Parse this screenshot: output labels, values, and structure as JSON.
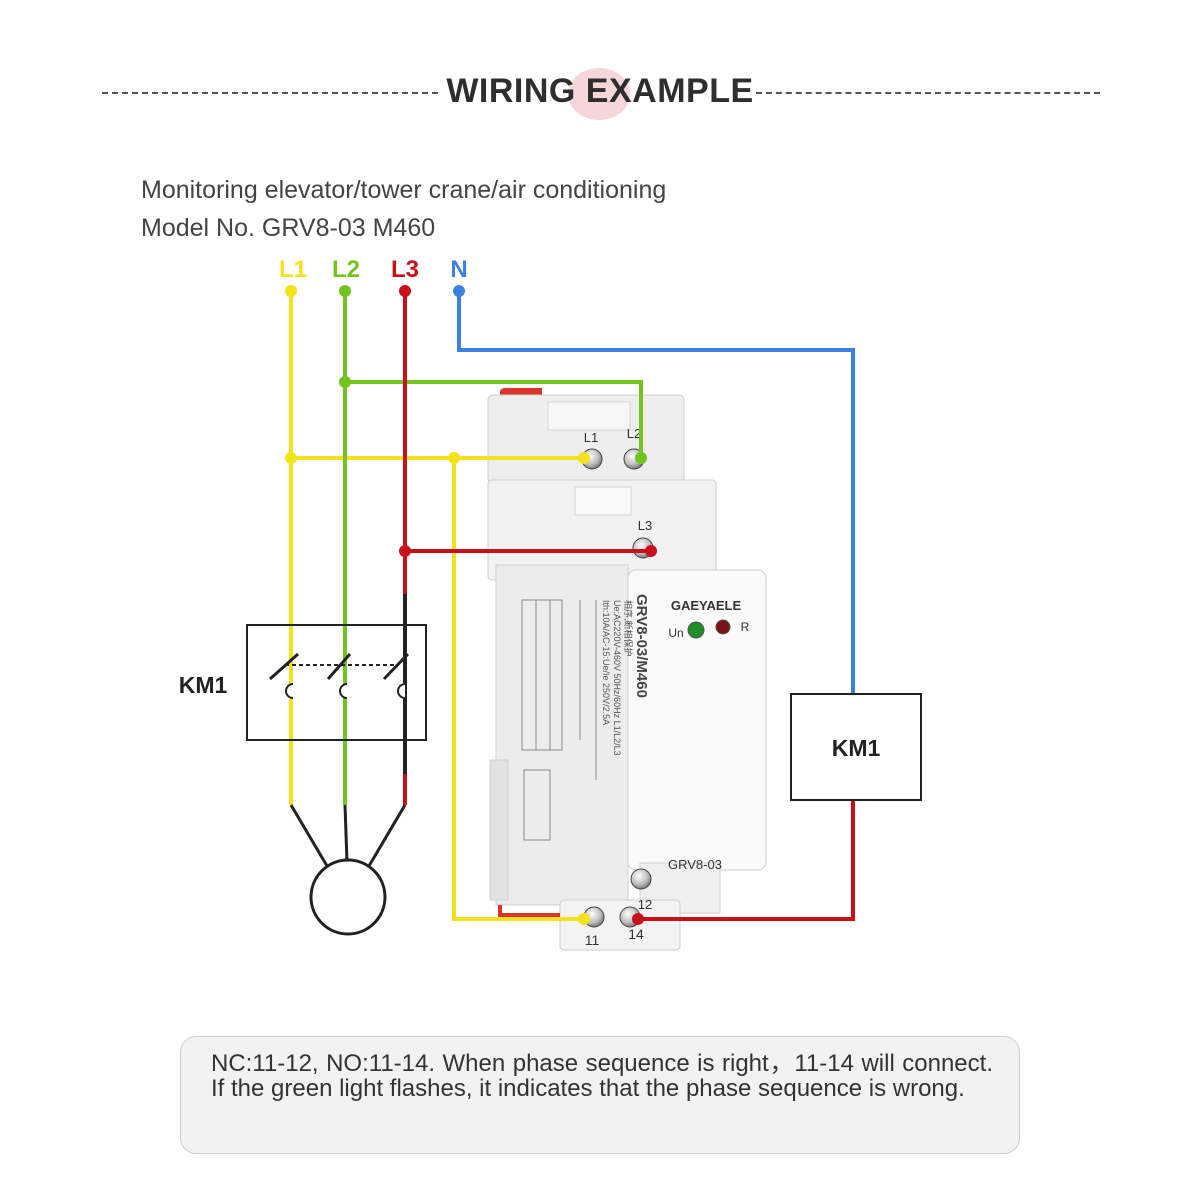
{
  "header": {
    "title": "WIRING EXAMPLE"
  },
  "subtitle": {
    "line1": "Monitoring elevator/tower crane/air conditioning",
    "line2": "Model No. GRV8-03 M460"
  },
  "phases": [
    {
      "label": "L1",
      "color": "#f4e31c"
    },
    {
      "label": "L2",
      "color": "#72c41e"
    },
    {
      "label": "L3",
      "color": "#c8101a"
    },
    {
      "label": "N",
      "color": "#3b82e0"
    }
  ],
  "contactor": {
    "label": "KM1"
  },
  "coil": {
    "label": "KM1"
  },
  "relay": {
    "brand": "GAEYAELE",
    "model_front": "GRV8-03/M460",
    "model_bottom": "GRV8-03",
    "led_un": "Un",
    "led_r": "R",
    "terminals": {
      "t1": "L1",
      "t2": "L2",
      "t3": "L3",
      "t11": "11",
      "t12": "12",
      "t14": "14"
    },
    "spec_lines": [
      "相序,断相保护",
      "Ue:AC220V-460V 50Hz/60Hz L1/L2/L3",
      "Ith:10A/AC-15:Ue/Ie 250V/2.5A"
    ],
    "led_colors": {
      "un": "#1f8f2a",
      "r": "#7a1414"
    }
  },
  "note": {
    "text": "NC:11-12, NO:11-14. When phase sequence is right，11-14 will connect. If the green light flashes, it indicates that the phase sequence is wrong."
  }
}
